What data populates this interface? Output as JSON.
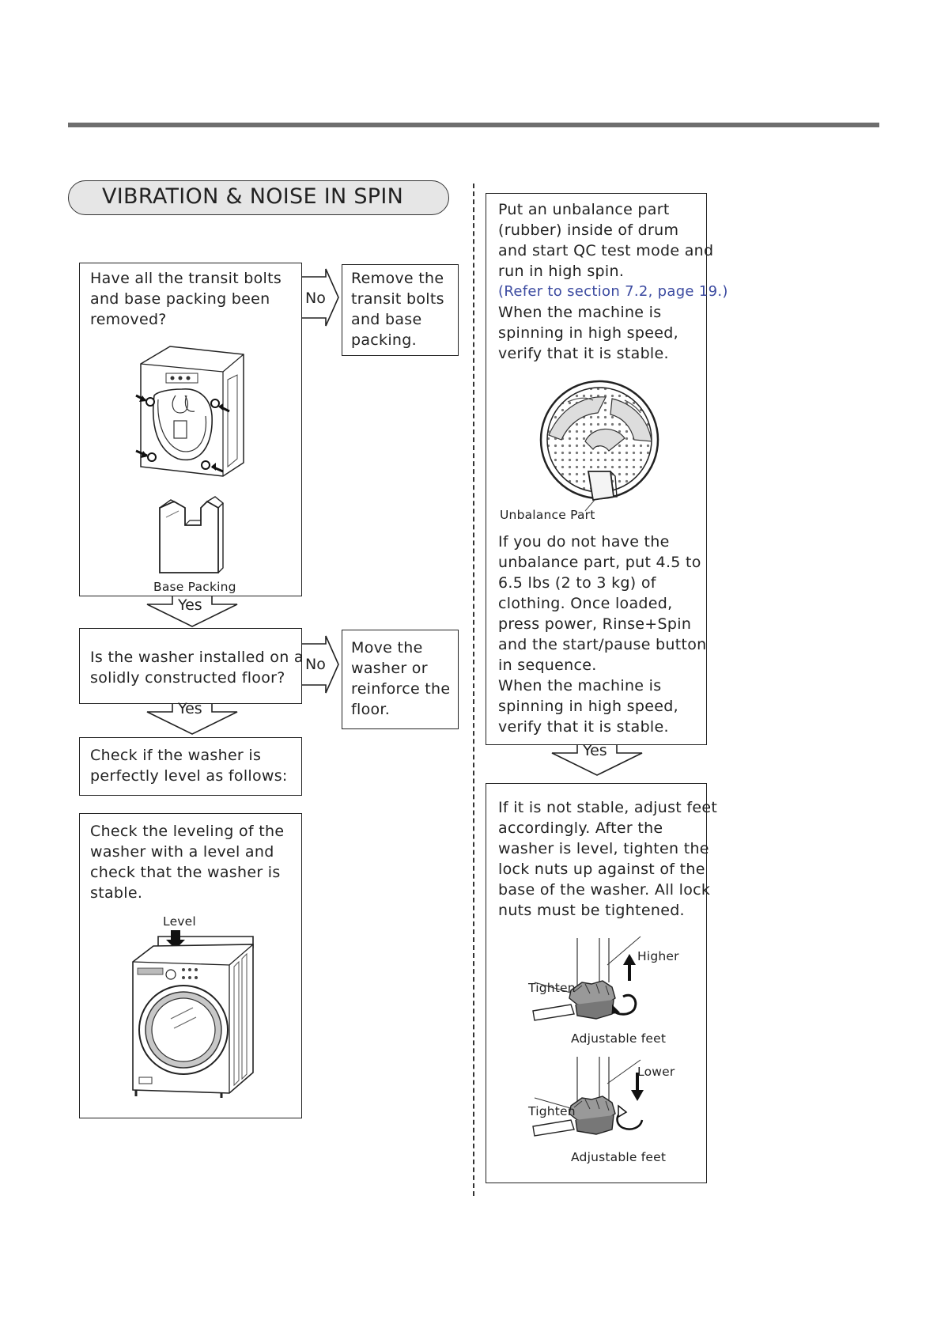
{
  "header": {
    "section_title": "VIBRATION & NOISE IN SPIN"
  },
  "flow": {
    "box1": {
      "lines": [
        "Have all the transit bolts",
        "and base packing been",
        "removed?"
      ],
      "image_label": "Base Packing"
    },
    "box1_no": {
      "label": "No",
      "lines": [
        "Remove the",
        "transit bolts",
        "and base",
        "packing."
      ]
    },
    "box1_yes": {
      "label": "Yes"
    },
    "box2": {
      "lines": [
        "Is the washer installed on a",
        "solidly constructed floor?"
      ]
    },
    "box2_no": {
      "label": "No",
      "lines": [
        "Move the",
        "washer or",
        "reinforce the",
        "floor."
      ]
    },
    "box2_yes": {
      "label": "Yes"
    },
    "box3": {
      "lines": [
        "Check if the washer is",
        "perfectly level as follows:"
      ]
    },
    "box4": {
      "lines": [
        "Check the leveling of the",
        "washer with a level and",
        "check that the washer is",
        "stable."
      ],
      "image_label": "Level"
    },
    "box5": {
      "lines_a": [
        "Put an unbalance part",
        "(rubber) inside of drum",
        "and start QC test mode and",
        "run in high spin."
      ],
      "reference": "(Refer to section 7.2, page 19.)",
      "lines_b": [
        "When the machine is",
        "spinning in high speed,",
        "verify that it is stable."
      ],
      "image_label": "Unbalance Part",
      "lines_c": [
        "If you do not have the",
        "unbalance part, put 4.5 to",
        "6.5 lbs (2 to 3 kg) of",
        "clothing. Once loaded,",
        "press power, Rinse+Spin",
        "and the start/pause button",
        "in sequence.",
        "When the machine is",
        "spinning in high speed,",
        "verify that it is stable."
      ]
    },
    "box5_yes": {
      "label": "Yes"
    },
    "box6": {
      "lines": [
        "If it is not stable, adjust feet",
        "accordingly. After the",
        "washer is level, tighten the",
        "lock nuts up against of the",
        "base of the washer. All lock",
        "nuts must be tightened."
      ],
      "diagram1": {
        "tighten": "Tighten",
        "direction": "Higher",
        "feet": "Adjustable feet"
      },
      "diagram2": {
        "tighten": "Tighten",
        "direction": "Lower",
        "feet": "Adjustable feet"
      }
    }
  }
}
